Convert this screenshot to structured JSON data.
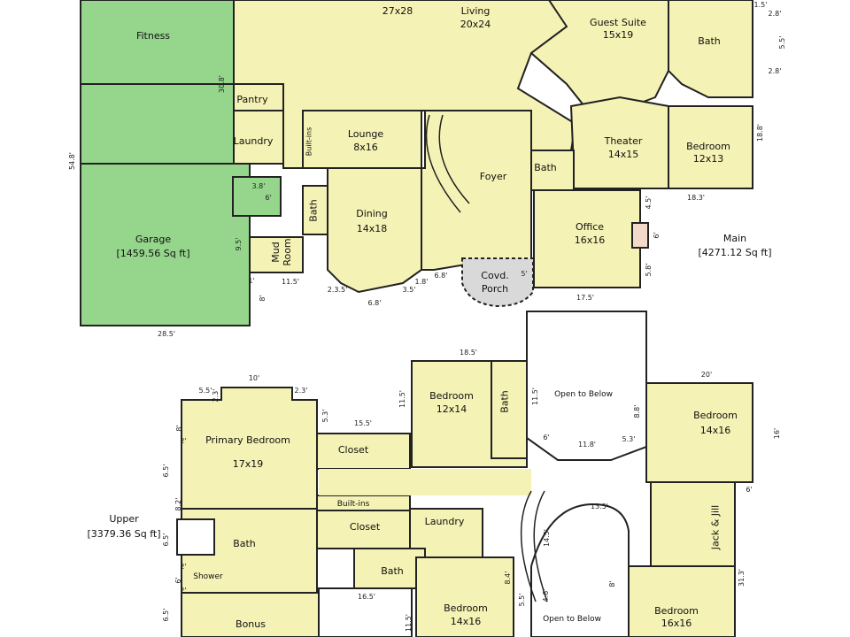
{
  "colors": {
    "room_fill": "#f5f2b5",
    "garage_fill": "#95d58c",
    "wall": "#222222",
    "porch_fill": "#d9d9d9",
    "open_fill": "#ffffff"
  },
  "main": {
    "rooms": {
      "top_left_room": "27x28",
      "living": "Living",
      "living_size": "20x24",
      "guest_suite": "Guest Suite",
      "guest_suite_size": "15x19",
      "guest_bath": "Bath",
      "fitness": "Fitness",
      "pantry": "Pantry",
      "laundry": "Laundry",
      "lounge": "Lounge",
      "lounge_size": "8x16",
      "builtins": "Built-ins",
      "foyer": "Foyer",
      "theater": "Theater",
      "theater_size": "14x15",
      "bedroom": "Bedroom",
      "bedroom_size": "12x13",
      "powder_bath": "Bath",
      "dining": "Dining",
      "dining_size": "14x18",
      "dining_bath": "Bath",
      "office": "Office",
      "office_size": "16x16",
      "garage": "Garage",
      "garage_area": "[1459.56 Sq ft]",
      "mud_room": "Mud Room",
      "porch": "Covd. Porch"
    },
    "level_title": "Main",
    "level_area": "[4271.12 Sq ft]",
    "dims": {
      "d_1_5": "1.5'",
      "d_2_8a": "2.8'",
      "d_5_5": "5.5'",
      "d_2_8b": "2.8'",
      "d_30_8": "30.8'",
      "d_54_8": "54.8'",
      "d_18_8": "18.8'",
      "d_18_3": "18.3'",
      "d_4_5": "4.5'",
      "d_6": "6'",
      "d_5_8": "5.8'",
      "d_9_5": "9.5'",
      "d_1": "1'",
      "d_11_5": "11.5'",
      "d_8": "8'",
      "d_6_8": "6.8'",
      "d_2_3_5": "2.3.5'",
      "d_3_5": "3.5'",
      "d_1_8": "1.8'",
      "d_6_8b": "6.8'",
      "d_5": "5'",
      "d_17_5": "17.5'",
      "d_28_5": "28.5'",
      "d_3_8": "3.8'",
      "d_6b": "6'"
    }
  },
  "upper": {
    "rooms": {
      "primary_bedroom": "Primary Bedroom",
      "primary_size": "17x19",
      "closet_a": "Closet",
      "builtins": "Built-ins",
      "closet_b": "Closet",
      "bath_primary": "Bath",
      "shower": "Shower",
      "bonus": "Bonus",
      "bedroom_a": "Bedroom",
      "bedroom_a_size": "12x14",
      "bath_a": "Bath",
      "open_below_a": "Open to Below",
      "bedroom_b": "Bedroom",
      "bedroom_b_size": "14x16",
      "jack_jill": "Jack & Jill",
      "laundry": "Laundry",
      "bath_b": "Bath",
      "bedroom_c": "Bedroom",
      "bedroom_c_size": "14x16",
      "open_below_b": "Open to Below",
      "bedroom_d": "Bedroom",
      "bedroom_d_size": "16x16"
    },
    "level_title": "Upper",
    "level_area": "[3379.36 Sq ft]",
    "dims": {
      "u_18_5": "18.5'",
      "u_20": "20'",
      "u_10": "10'",
      "u_5_5": "5.5'",
      "u_2_3a": "2.3'",
      "u_2_3b": "2.3'",
      "u_5_3": "5.3'",
      "u_15_5": "15.5'",
      "u_11_5": "11.5'",
      "u_11_5b": "11.5'",
      "u_8": "8'",
      "u_2a": "2'",
      "u_6_5a": "6.5'",
      "u_8_2": "8.2'",
      "u_6_5b": "6.5'",
      "u_2b": "2'",
      "u_6": "6'",
      "u_2c": "2'",
      "u_6_5c": "6.5'",
      "u_16_5": "16.5'",
      "u_11_8": "11.8'",
      "u_6b": "6'",
      "u_5_3b": "5.3'",
      "u_8_8": "8.8'",
      "u_16": "16'",
      "u_6c": "6'",
      "u_13_5": "13.5'",
      "u_14_5": "14.5'",
      "u_8_4": "8.4'",
      "u_4_6": "4.6'",
      "u_5_5b": "5.5'",
      "u_8b": "8'",
      "u_31_3": "31.3'",
      "u_11_5c": "11.5'"
    }
  }
}
